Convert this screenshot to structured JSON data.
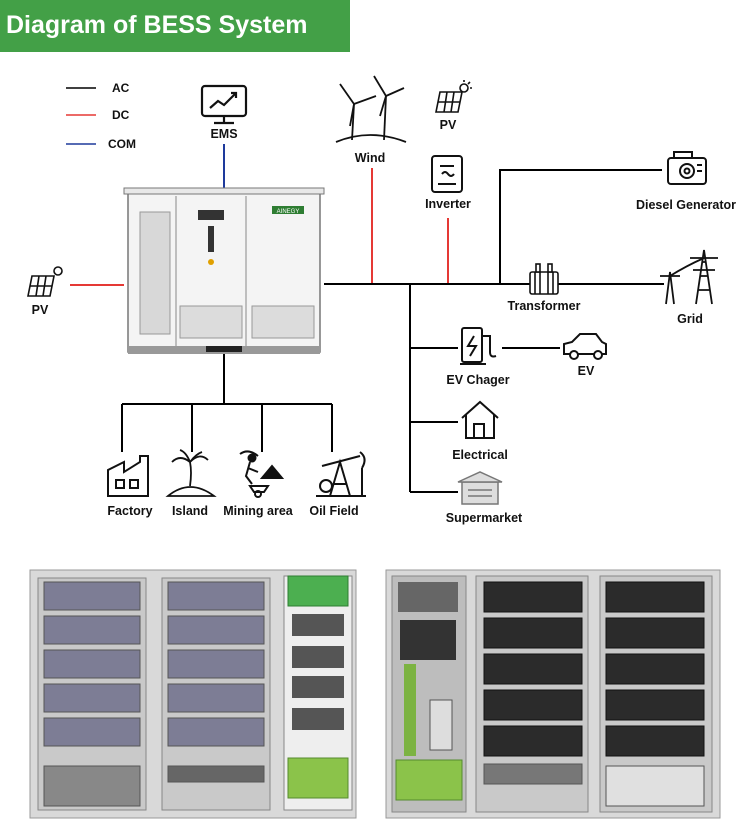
{
  "title": "Diagram of BESS System",
  "colors": {
    "title_bg": "#43a047",
    "ac": "#000000",
    "dc": "#e53935",
    "com": "#1e3a9c"
  },
  "legend": [
    {
      "label": "AC",
      "color": "#000000"
    },
    {
      "label": "DC",
      "color": "#e53935"
    },
    {
      "label": "COM",
      "color": "#1e3a9c"
    }
  ],
  "nodes": {
    "ems": "EMS",
    "wind": "Wind",
    "pv_top": "PV",
    "inverter": "Inverter",
    "diesel": "Diesel Generator",
    "pv_left": "PV",
    "transformer": "Transformer",
    "grid": "Grid",
    "ev_charger": "EV Chager",
    "ev": "EV",
    "electrical": "Electrical",
    "supermarket": "Supermarket",
    "factory": "Factory",
    "island": "Island",
    "mining": "Mining area",
    "oilfield": "Oil Field"
  },
  "cabinet_brand": "AINEGY",
  "icons": [
    "ems-monitor-icon",
    "wind-turbine-icon",
    "solar-panel-icon",
    "inverter-icon",
    "diesel-generator-icon",
    "transformer-icon",
    "power-tower-icon",
    "ev-charger-icon",
    "car-icon",
    "house-icon",
    "supermarket-icon",
    "factory-icon",
    "palm-island-icon",
    "mining-icon",
    "oil-pump-icon"
  ]
}
